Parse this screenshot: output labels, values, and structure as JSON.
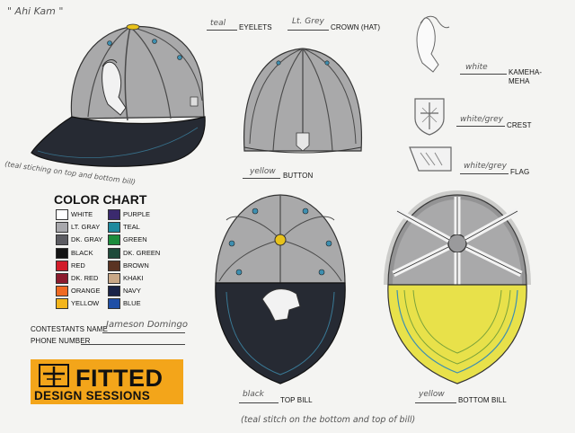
{
  "sheet": {
    "nickname": "\" Ahi Kam \"",
    "side_note": "(teal stiching on top and bottom bill)",
    "bottom_note": "(teal stitch on the bottom and top of bill)"
  },
  "callouts": {
    "eyelets": {
      "value": "teal",
      "label": "EYELETS"
    },
    "crown": {
      "value": "Lt. Grey",
      "label": "CROWN (HAT)"
    },
    "button": {
      "value": "yellow",
      "label": "BUTTON"
    },
    "top_bill": {
      "value": "black",
      "label": "TOP BILL"
    },
    "bottom_bill": {
      "value": "yellow",
      "label": "BOTTOM BILL"
    },
    "kamehameha": {
      "value": "white",
      "label_line1": "KAMEHA-",
      "label_line2": "MEHA"
    },
    "crest": {
      "value": "white/grey",
      "label": "CREST"
    },
    "flag": {
      "value": "white/grey",
      "label": "FLAG"
    }
  },
  "color_chart": {
    "title": "COLOR CHART",
    "left": [
      {
        "name": "WHITE",
        "color": "#ffffff"
      },
      {
        "name": "LT. GRAY",
        "color": "#a8a8ac"
      },
      {
        "name": "DK. GRAY",
        "color": "#5c5c62"
      },
      {
        "name": "BLACK",
        "color": "#141414"
      },
      {
        "name": "RED",
        "color": "#d21d2a"
      },
      {
        "name": "DK. RED",
        "color": "#8c1c2e"
      },
      {
        "name": "ORANGE",
        "color": "#ef6a22"
      },
      {
        "name": "YELLOW",
        "color": "#f3b51c"
      }
    ],
    "right": [
      {
        "name": "PURPLE",
        "color": "#3b2a6e"
      },
      {
        "name": "TEAL",
        "color": "#1f8a9e"
      },
      {
        "name": "GREEN",
        "color": "#1c8c3c"
      },
      {
        "name": "DK. GREEN",
        "color": "#1f4a3a"
      },
      {
        "name": "BROWN",
        "color": "#5a3322"
      },
      {
        "name": "KHAKI",
        "color": "#c9a887"
      },
      {
        "name": "NAVY",
        "color": "#1b2447"
      },
      {
        "name": "BLUE",
        "color": "#1f4fa6"
      }
    ]
  },
  "form": {
    "contestant_label": "CONTESTANTS NAME",
    "contestant_value": "Jameson Domingo",
    "phone_label": "PHONE NUMBER",
    "phone_value": ""
  },
  "logo": {
    "title": "FITTED",
    "subtitle": "DESIGN SESSIONS",
    "brand_color": "#f3a51a"
  },
  "colors": {
    "crown": "#a9a9aa",
    "bill_black": "#262a33",
    "bill_yellow": "#e8e14a",
    "teal": "#3e8fb0",
    "button_yellow": "#e8c21a"
  }
}
